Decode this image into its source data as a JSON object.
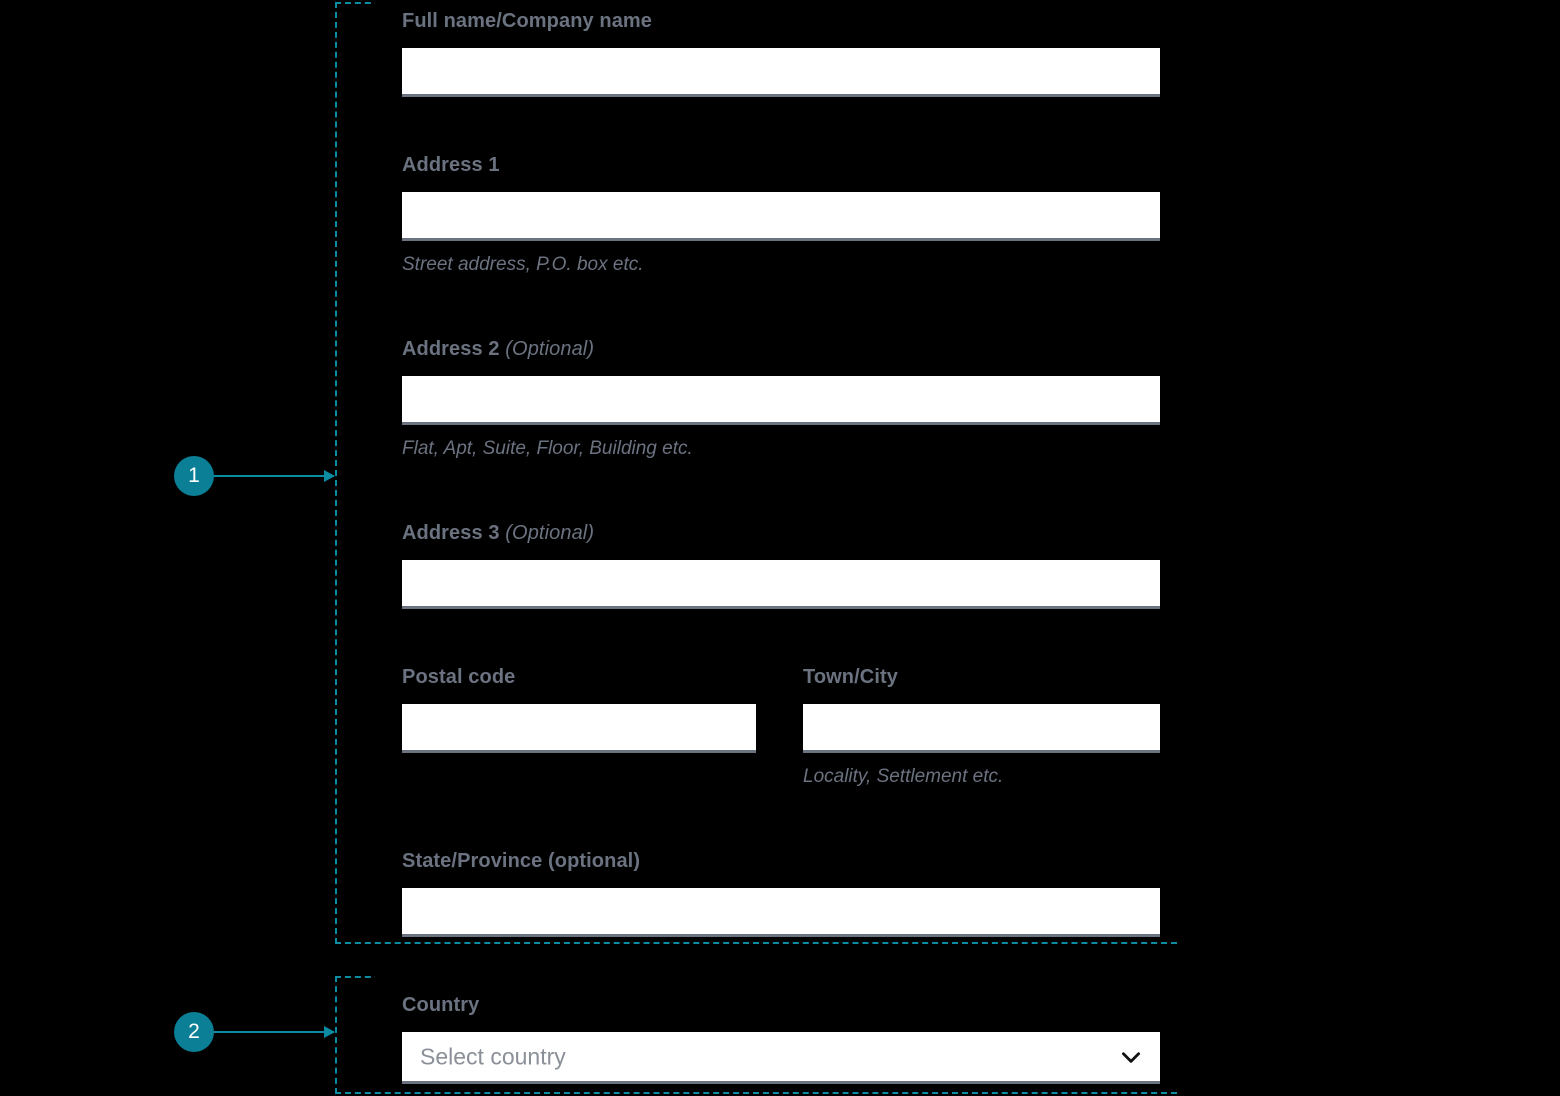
{
  "annotations": {
    "markers": [
      {
        "number": "1",
        "target": "address-block"
      },
      {
        "number": "2",
        "target": "country-block"
      }
    ],
    "accent_color": "#0b7f96",
    "arrow_color": "#0b8ca3"
  },
  "form": {
    "fields": [
      {
        "key": "full_name",
        "label": "Full name/Company name",
        "optional_suffix": "",
        "value": "",
        "placeholder": "",
        "hint": "",
        "type": "text"
      },
      {
        "key": "address_1",
        "label": "Address 1",
        "optional_suffix": "",
        "value": "",
        "placeholder": "",
        "hint": "Street address, P.O. box etc.",
        "type": "text"
      },
      {
        "key": "address_2",
        "label": "Address 2",
        "optional_suffix": "(Optional)",
        "value": "",
        "placeholder": "",
        "hint": "Flat, Apt, Suite, Floor, Building etc.",
        "type": "text"
      },
      {
        "key": "address_3",
        "label": "Address 3",
        "optional_suffix": "(Optional)",
        "value": "",
        "placeholder": "",
        "hint": "",
        "type": "text"
      },
      {
        "key": "postal_code",
        "label": "Postal code",
        "optional_suffix": "",
        "value": "",
        "placeholder": "",
        "hint": "",
        "type": "text"
      },
      {
        "key": "town_city",
        "label": "Town/City",
        "optional_suffix": "",
        "value": "",
        "placeholder": "",
        "hint": "Locality, Settlement etc.",
        "type": "text"
      },
      {
        "key": "state_province",
        "label": "State/Province (optional)",
        "optional_suffix": "",
        "value": "",
        "placeholder": "",
        "hint": "",
        "type": "text"
      },
      {
        "key": "country",
        "label": "Country",
        "optional_suffix": "",
        "value": "",
        "placeholder": "Select country",
        "hint": "",
        "type": "select",
        "selected_text": "Select country",
        "chevron_icon": "chevron-down-icon"
      }
    ]
  },
  "colors": {
    "background": "#000000",
    "label_text": "#6b7280",
    "hint_text": "#6b7280",
    "input_background": "#ffffff",
    "input_underline": "#6b7280",
    "placeholder_text": "#8a8f98",
    "accent_teal": "#0b7f96"
  }
}
